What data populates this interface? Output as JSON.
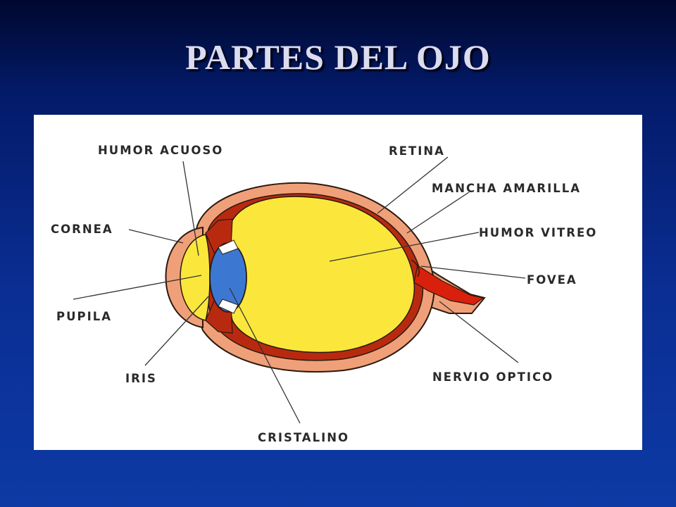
{
  "slide": {
    "title": "PARTES DEL OJO"
  },
  "diagram": {
    "labels": {
      "humor_acuoso": "HUMOR ACUOSO",
      "retina": "RETINA",
      "mancha_amarilla": "MANCHA AMARILLA",
      "cornea": "CORNEA",
      "humor_vitreo": "HUMOR VITREO",
      "fovea": "FOVEA",
      "pupila": "PUPILA",
      "iris": "IRIS",
      "nervio_optico": "NERVIO OPTICO",
      "cristalino": "CRISTALINO"
    },
    "colors": {
      "sclera": "#f0a078",
      "choroid": "#b82a10",
      "vitreous": "#fbe73c",
      "lens": "#3c78d2",
      "nerve": "#d8200c",
      "aqueous": "#fbe73c",
      "outline": "#2a1a10"
    }
  }
}
